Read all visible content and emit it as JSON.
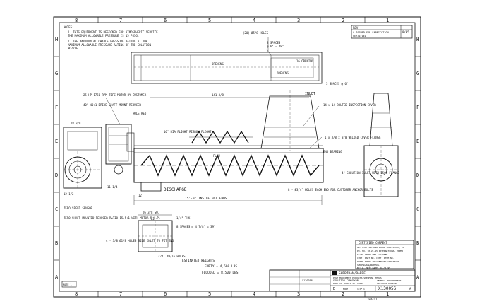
{
  "border": {
    "top_zones": [
      "8",
      "7",
      "6",
      "5",
      "4",
      "3",
      "2",
      "1"
    ],
    "bottom_zones": [
      "8",
      "7",
      "6",
      "5",
      "4",
      "3",
      "2",
      "1"
    ],
    "left_zones": [
      "H",
      "G",
      "F",
      "E",
      "D",
      "C",
      "B",
      "A"
    ],
    "right_zones": [
      "H",
      "G",
      "F",
      "E",
      "D",
      "C",
      "B",
      "A"
    ]
  },
  "notes": {
    "title": "NOTES:",
    "lines": [
      "1. THIS EQUIPMENT IS DESIGNED FOR ATMOSPHERIC SERVICE.",
      "   THE MAXIMUM ALLOWABLE PRESSURE IS 15 PSIG.",
      "2. THE MAXIMUM ALLOWABLE PRESSURE RATING AT THE",
      "   MAXIMUM ALLOWABLE PRESSURE RATING OF THE SOLUTION",
      "   NOZZLE."
    ]
  },
  "revision_block": {
    "header": "REV",
    "rows": [
      "A  ISSUED FOR FABRICATION",
      "   CERTIFIED"
    ],
    "date": "8/95"
  },
  "plan_view": {
    "top_holes": "(20) Ø5/8 HOLES",
    "opening_upper": "OPENING",
    "opening_lower": "OPENING",
    "dim_right": "16 OPENING",
    "spaces_note_1": "8 SPACES",
    "spaces_note_2": "@ 6\" = 48\"",
    "spaces_note_3": "3 SPACES @ 6\""
  },
  "elevation": {
    "inlet_label": "INLET",
    "inlet_dim": "141 3/8",
    "inspection_note": "14 x 14 BOLTED INSPECTION COVER",
    "motor_note": "25 HP 1750 RPM TEFC MOTOR BY CUSTOMER",
    "reducer_note": "40\" 40:1 DRIVE SHAFT MOUNT REDUCER",
    "holes_note": "HOLE REQ.",
    "flight_note": "16\" DIA FLIGHT RIBBON FLIGHT",
    "flow_label": "FLOW",
    "discharge_label": "DISCHARGE",
    "discharge_dim": "12",
    "inside_dim": "15'-0\" INSIDE HOT ENDS",
    "end_bearing": "END BEARING",
    "cover_note": "1 x 3/8 x 3/8 WELDED COVER FLANGE",
    "bolt_note": "8 - Ø3/4\" HOLES EACH END FOR CUSTOMER ANCHOR BOLTS",
    "solution_note": "4\" SOLUTION INLET WITH 150# FLANGE",
    "zero_speed": "ZERO SPEED SENSOR",
    "shaft_note": "ZERO SHAFT MOUNTED REDUCER RATIO 15.5:1 WITH MOTOR 5 H.P.",
    "dims_bottom": "11 1/4",
    "dims_left": "12 1/2"
  },
  "end_view": {
    "dim_top": "28 3/8"
  },
  "section_view": {
    "dim_top": "26 3/8 SQ.",
    "dim_inner": "22",
    "dim_right": "8 SPACES @ 4 7/8\" = 39\"",
    "holes_note": "4 - 3/8 Ø1/8 HOLES SIDE INLET TO FIT END",
    "bottom_holes": "(24) Ø9/16 HOLES",
    "thickness": "1/4\" THK"
  },
  "weights": {
    "title": "ESTIMATED WEIGHTS",
    "empty": "EMPTY = 4,500 LBS",
    "flooded": "FLOODED = 8,500 LBS"
  },
  "certification": {
    "title": "CERTIFIED CORRECT",
    "lines": [
      "NO. 8307  INTERNATIONAL  SHREVEPORT, LA",
      "PO. NO. 10-25-95  INTERNATIONAL PAPER",
      "SALES ORDER   NEW CUSTOMER",
      "CUST. PART NO.   CUST. ITEM NO.",
      "WHITE SHEET   ENGINEERING CERTIFIED"
    ],
    "company": "SHERIDAN/BARREL",
    "signature_line": "BY: R. MOTT  DATE: 10-31-95"
  },
  "title_block": {
    "company": "SHERIDAN/BARREL",
    "division": "PULP MACHINERY PRODUCTS  SHERMAN, TEXAS",
    "title_line_1": "SOLUTION CONVEYOR",
    "title_line_2": "BODY 16\" DIA x 15' LONG",
    "title_line_3": "GENERAL ARRANGEMENT",
    "title_line_4": "CUSTOMER DRAWING",
    "drawing_number": "X130056",
    "size": "D",
    "rev": "A",
    "scale": "NONE",
    "sheet": "1 OF 1",
    "ref_left": "X130056",
    "ref_bottom": "184411"
  },
  "bottom_left_tag": "NOTE 1",
  "icons": [
    "logo-icon"
  ]
}
